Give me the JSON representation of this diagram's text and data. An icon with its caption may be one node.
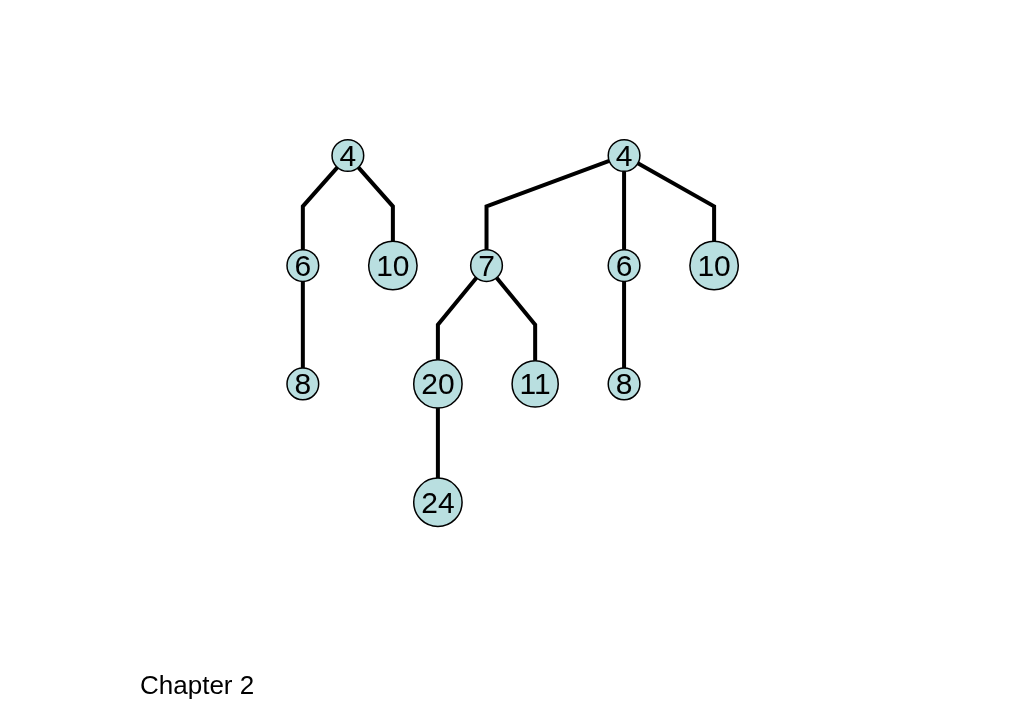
{
  "diagram": {
    "nodes": [
      {
        "text": [
          "4"
        ]
      },
      {
        "text": [
          "6"
        ]
      },
      {
        "text": [
          "10"
        ]
      },
      {
        "text": [
          "8"
        ]
      },
      {
        "text": [
          "4"
        ]
      },
      {
        "text": [
          "7"
        ]
      },
      {
        "text": [
          "6"
        ]
      },
      {
        "text": [
          "10"
        ]
      },
      {
        "text": [
          "20"
        ]
      },
      {
        "text": [
          "11"
        ]
      },
      {
        "text": [
          "8"
        ]
      },
      {
        "text": [
          "24"
        ]
      }
    ],
    "edges": [
      {
        "from": 0,
        "to": 1,
        "arrow": "none"
      },
      {
        "from": 0,
        "to": 2,
        "arrow": "none"
      },
      {
        "from": 1,
        "to": 3,
        "arrow": "none"
      },
      {
        "from": 4,
        "to": 5,
        "arrow": "none"
      },
      {
        "from": 4,
        "to": 6,
        "arrow": "none"
      },
      {
        "from": 4,
        "to": 7,
        "arrow": "none"
      },
      {
        "from": 5,
        "to": 8,
        "arrow": "none"
      },
      {
        "from": 5,
        "to": 9,
        "arrow": "none"
      },
      {
        "from": 6,
        "to": 10,
        "arrow": "none"
      },
      {
        "from": 8,
        "to": 11,
        "arrow": "none"
      }
    ],
    "labels": [
      "Chapter 2"
    ]
  }
}
